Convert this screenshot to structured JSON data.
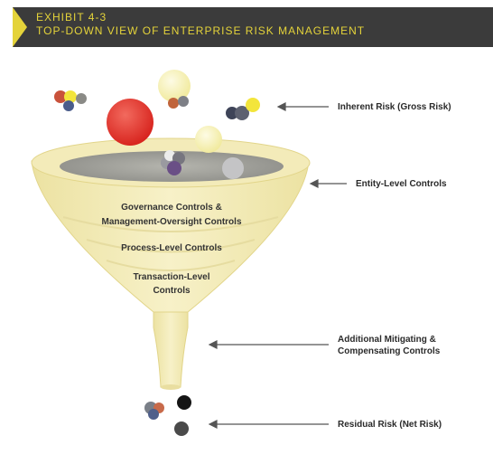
{
  "header": {
    "exhibit": "EXHIBIT 4-3",
    "title": "TOP-DOWN VIEW OF ENTERPRISE RISK MANAGEMENT"
  },
  "funnel": {
    "layer1_line1": "Governance Controls &",
    "layer1_line2": "Management-Oversight Controls",
    "layer2": "Process-Level Controls",
    "layer3_line1": "Transaction-Level",
    "layer3_line2": "Controls"
  },
  "callouts": {
    "inherent": "Inherent Risk (Gross Risk)",
    "entity": "Entity-Level Controls",
    "mitigating_line1": "Additional Mitigating &",
    "mitigating_line2": "Compensating Controls",
    "residual": "Residual Risk (Net Risk)"
  },
  "colors": {
    "funnel_fill": "#f2eab2",
    "funnel_edge": "#e4d98c",
    "funnel_opening": "#9c9c96",
    "accent_yellow": "#e4d33a",
    "header_bg": "#3b3b3b",
    "risk_red": "#e0312c"
  }
}
